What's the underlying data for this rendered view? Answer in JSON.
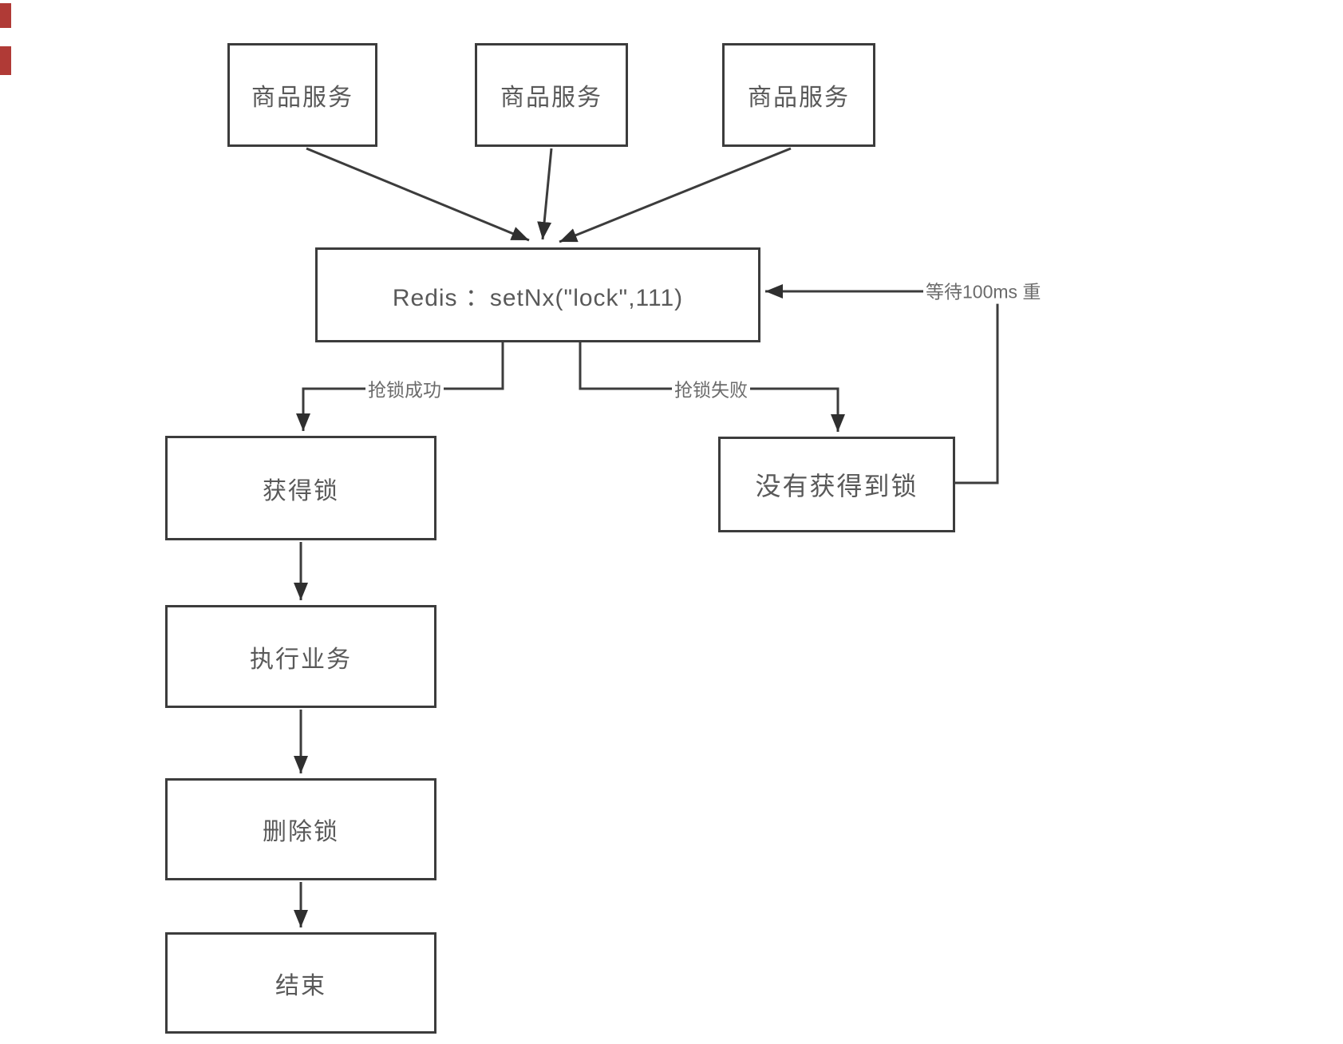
{
  "diagram": {
    "type": "flowchart",
    "colors": {
      "background": "#ffffff",
      "stroke": "#3c3c3c",
      "node_text": "#595959",
      "edge_label_text": "#6b6b6b",
      "arrow_fill": "#2f2f2f",
      "artifact_red": "#b03a36"
    },
    "nodes": {
      "services": [
        {
          "label": "商品服务"
        },
        {
          "label": "商品服务"
        },
        {
          "label": "商品服务"
        }
      ],
      "redis": {
        "label": "Redis ：setNx(\"lock\",111)"
      },
      "lock_acquired": {
        "label": "获得锁"
      },
      "execute_business": {
        "label": "执行业务"
      },
      "delete_lock": {
        "label": "删除锁"
      },
      "end": {
        "label": "结束"
      },
      "lock_not_acquired": {
        "label": "没有获得到锁"
      }
    },
    "edge_labels": {
      "lock_success": "抢锁成功",
      "lock_fail": "抢锁失败",
      "retry_wait": "等待100ms 重"
    }
  }
}
